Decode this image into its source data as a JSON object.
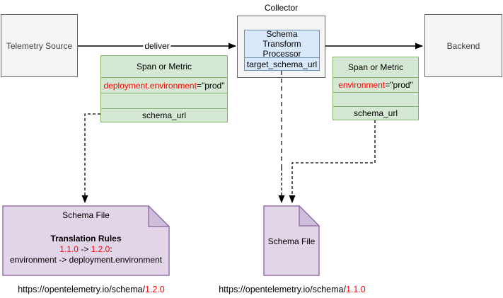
{
  "nodes": {
    "telemetry_source": {
      "label": "Telemetry Source"
    },
    "collector": {
      "label": "Collector"
    },
    "processor": {
      "title": "Schema Transform Processor",
      "field": "target_schema_url"
    },
    "backend": {
      "label": "Backend"
    },
    "span_left": {
      "header": "Span or Metric",
      "attr_key": "deployment.environment",
      "attr_value": "=\"prod\"",
      "empty_row": "",
      "schema_field": "schema_url"
    },
    "span_right": {
      "header": "Span or Metric",
      "attr_key": "environment",
      "attr_value": "=\"prod\"",
      "empty_row": "",
      "schema_field": "schema_url"
    },
    "schema_file_left": {
      "title": "Schema File",
      "rules_title": "Translation Rules",
      "rule_from": "1.1.0",
      "rule_arrow": " -> ",
      "rule_to": "1.2.0",
      "rule_suffix": ":",
      "rule_mapping": "environment -> deployment.environment"
    },
    "schema_file_middle": {
      "title": "Schema File"
    }
  },
  "edges": {
    "deliver_label": "deliver"
  },
  "urls": {
    "left": {
      "base": "https://opentelemetry.io/schema/",
      "version": "1.2.0"
    },
    "right": {
      "base": "https://opentelemetry.io/schema/",
      "version": "1.1.0"
    }
  },
  "colors": {
    "gray_fill": "#f5f5f5",
    "gray_border": "#666666",
    "blue_fill": "#dae8fc",
    "blue_border": "#6c8ebf",
    "green_fill": "#d5e8d4",
    "green_border": "#82b366",
    "purple_fill": "#e1d5e7",
    "purple_fold": "#cdbfd9",
    "purple_border": "#9673a6",
    "highlight_red": "#ff0000"
  }
}
